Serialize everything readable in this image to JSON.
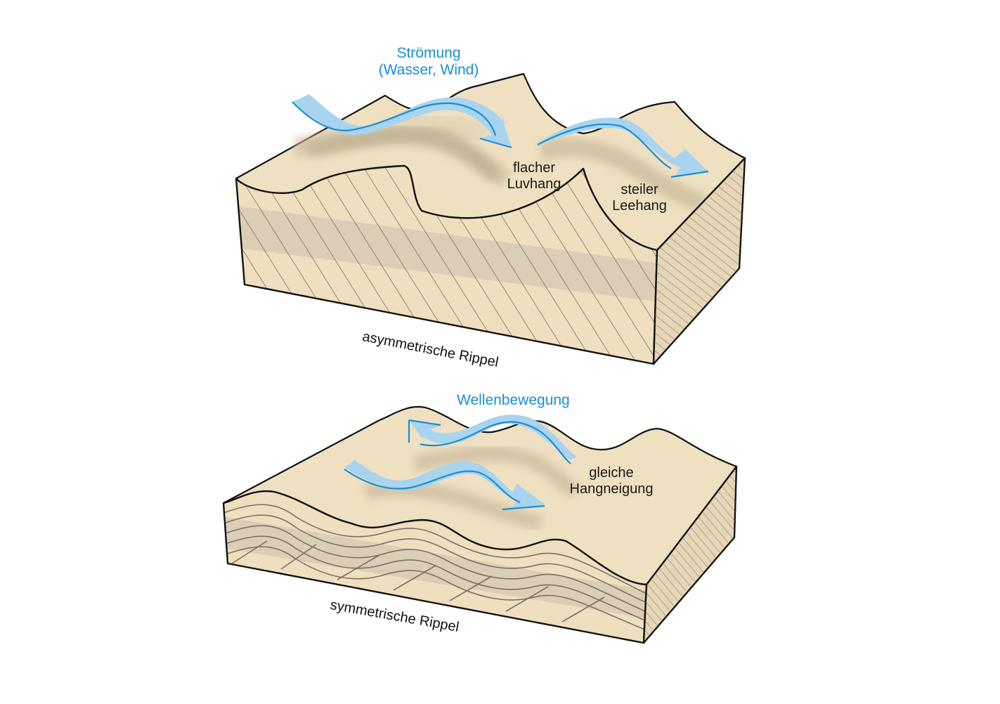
{
  "colors": {
    "sand_top": "#efe0c1",
    "sand_side": "#efdfbf",
    "sand_band": "#dccdb6",
    "shadow": "#c9b99c",
    "arrow_fill": "#a8d4f0",
    "arrow_stroke": "#1a8fd1",
    "label_blue": "#1a8fd1",
    "outline": "#111111",
    "lamina": "#7a6f66"
  },
  "asymmetric": {
    "flow_label_line1": "Strömung",
    "flow_label_line2": "(Wasser, Wind)",
    "luv_label_line1": "flacher",
    "luv_label_line2": "Luvhang",
    "lee_label_line1": "steiler",
    "lee_label_line2": "Leehang",
    "caption": "asymmetrische Rippel"
  },
  "symmetric": {
    "wave_label": "Wellenbewegung",
    "slope_label_line1": "gleiche",
    "slope_label_line2": "Hangneigung",
    "caption": "symmetrische Rippel"
  }
}
